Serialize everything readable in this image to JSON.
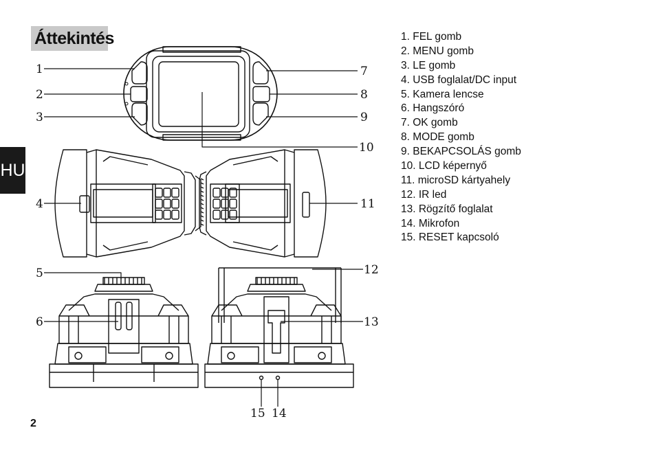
{
  "page": {
    "title": "Áttekintés",
    "language_tab": "HU",
    "page_number": "2"
  },
  "legend": [
    "1. FEL gomb",
    "2. MENU gomb",
    "3. LE gomb",
    "4. USB foglalat/DC input",
    "5. Kamera lencse",
    "6. Hangszóró",
    "7. OK gomb",
    "8. MODE gomb",
    "9. BEKAPCSOLÁS gomb",
    "10. LCD képernyő",
    "11. microSD kártyahely",
    "12. IR led",
    "13. Rögzítő foglalat",
    "14. Mikrofon",
    "15. RESET kapcsoló"
  ],
  "callouts": [
    "1",
    "2",
    "3",
    "4",
    "5",
    "6",
    "7",
    "8",
    "9",
    "10",
    "11",
    "12",
    "13",
    "14",
    "15"
  ]
}
